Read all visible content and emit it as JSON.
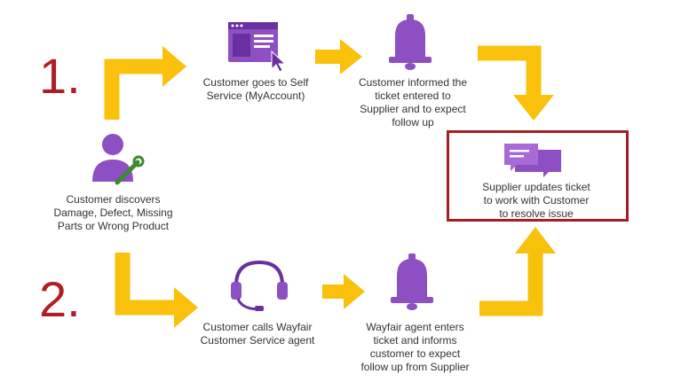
{
  "steps": {
    "path1_number": "1.",
    "path2_number": "2.",
    "start": "Customer discovers\nDamage, Defect, Missing\nParts or Wrong Product",
    "self_service": "Customer goes to Self\nService (MyAccount)",
    "informed": "Customer informed the\nticket entered to\nSupplier and to expect\nfollow up",
    "supplier": "Supplier updates ticket\nto work with Customer\nto resolve issue",
    "calls": "Customer calls Wayfair\nCustomer Service agent",
    "agent": "Wayfair agent enters\nticket and informs\ncustomer to expect\nfollow up from Supplier"
  },
  "colors": {
    "arrow": "#f9c10b",
    "icon": "#8e4fc3",
    "icon_dark": "#6a2fa1",
    "highlight_border": "#a41e22",
    "number": "#b01e23",
    "wrench": "#3d8a2e"
  }
}
